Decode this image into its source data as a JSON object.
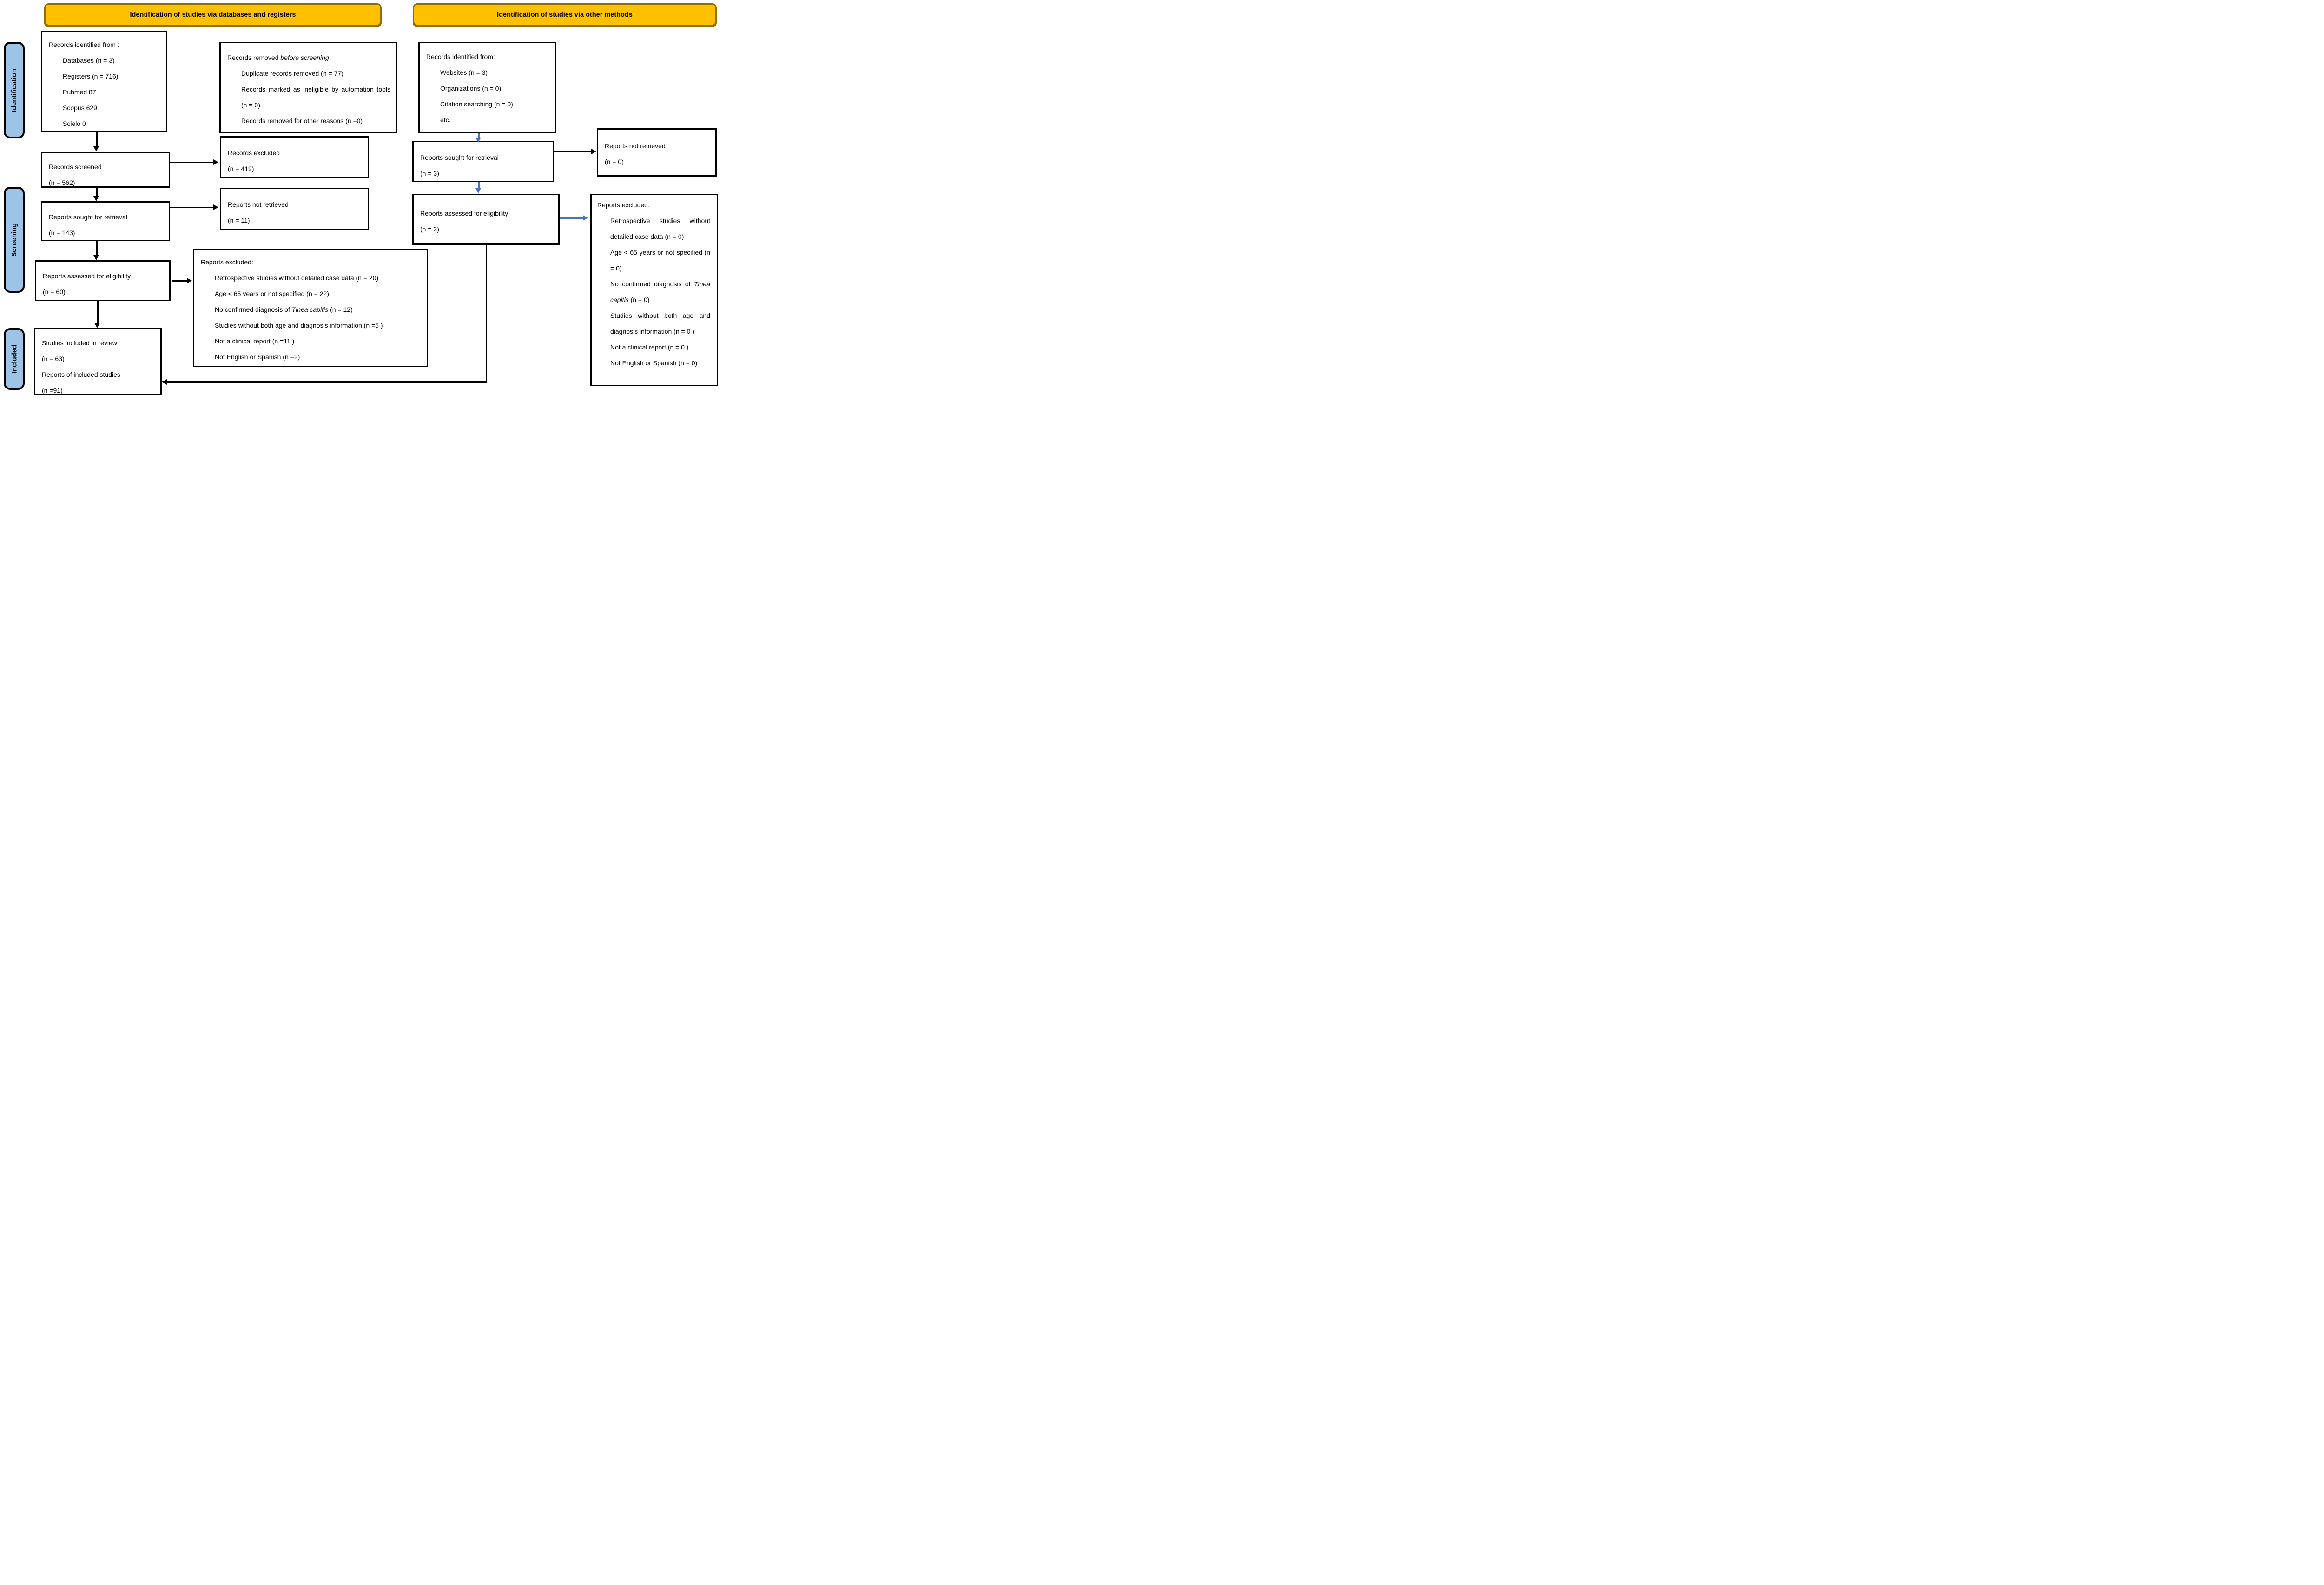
{
  "banners": {
    "databases": "Identification of studies via databases and registers",
    "other": "Identification of studies via other methods"
  },
  "stages": {
    "identification": "Identification",
    "screening": "Screening",
    "included": "Included"
  },
  "colors": {
    "banner_fill": "#FFC000",
    "banner_border": "#8F6F00",
    "stage_fill": "#9DC3E6",
    "box_border": "#000000",
    "arrow_black": "#000000",
    "arrow_blue": "#4472C4"
  },
  "boxes": {
    "records_identified_db": {
      "title": "Records identified from :",
      "items": [
        "Databases (n = 3)",
        "Registers (n = 716)",
        "Pubmed 87",
        "Scopus 629",
        "Scielo 0"
      ]
    },
    "records_removed": {
      "title_prefix": "Records removed ",
      "title_italic": "before screening",
      "title_suffix": ":",
      "items": [
        "Duplicate records removed (n = 77)",
        "Records marked as ineligible by automation tools (n = 0)",
        "Records removed for other reasons (n =0)"
      ]
    },
    "records_screened": {
      "line1": "Records screened",
      "line2": "(n = 562)"
    },
    "records_excluded": {
      "line1": "Records excluded",
      "line2": "(n = 419)"
    },
    "reports_sought": {
      "line1": "Reports sought for retrieval",
      "line2": "(n = 143)"
    },
    "reports_not_retrieved": {
      "line1": "Reports not retrieved",
      "line2": "(n = 11)"
    },
    "reports_assessed": {
      "line1": "Reports assessed for eligibility",
      "line2": "(n = 60)"
    },
    "reports_excluded_main": {
      "title": "Reports excluded:",
      "items": [
        "Retrospective studies without detailed case data (n = 20)",
        "Age < 65 years or not specified (n = 22)",
        {
          "prefix": "No confirmed diagnosis of ",
          "italic": "Tinea capitis",
          "suffix": " (n = 12)"
        },
        "Studies without both age and diagnosis information (n =5 )",
        "Not a clinical report (n =11 )",
        "Not English or Spanish (n =2)"
      ]
    },
    "studies_included": {
      "line1": "Studies included in review",
      "line2": "(n = 63)",
      "line3": "Reports of included studies",
      "line4": "(n =91)"
    },
    "records_identified_other": {
      "title": "Records identified from:",
      "items": [
        "Websites (n = 3)",
        "Organizations (n = 0)",
        "Citation searching (n = 0)",
        "etc."
      ]
    },
    "reports_sought_other": {
      "line1": "Reports sought for retrieval",
      "line2": "(n = 3)"
    },
    "reports_not_retrieved_other": {
      "line1": "Reports not retrieved",
      "line2": "(n = 0)"
    },
    "reports_assessed_other": {
      "line1": "Reports assessed for eligibility",
      "line2": "(n = 3)"
    },
    "reports_excluded_other": {
      "title": "Reports excluded:",
      "items": [
        "Retrospective studies without detailed case data (n = 0)",
        "Age < 65 years or not specified (n = 0)",
        {
          "prefix": "No confirmed diagnosis of ",
          "italic": "Tinea capitis",
          "suffix": " (n = 0)"
        },
        "Studies without both age and diagnosis information (n = 0 )",
        "Not a clinical report (n = 0 )",
        "Not English or Spanish (n = 0)"
      ]
    }
  }
}
